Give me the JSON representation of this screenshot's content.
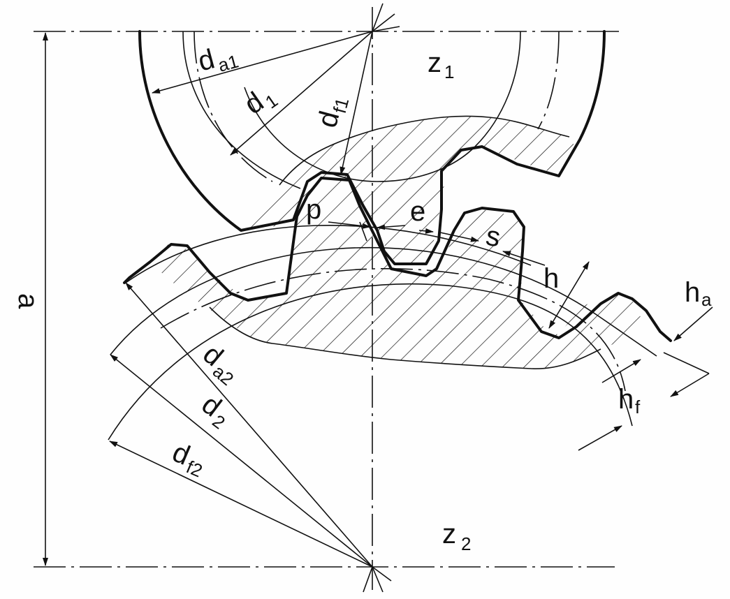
{
  "labels": {
    "da1": {
      "main": "d",
      "sub": "a1"
    },
    "d1": {
      "main": "d",
      "sub": "1"
    },
    "df1": {
      "main": "d",
      "sub": "f1"
    },
    "z1": {
      "main": "z",
      "sub": "1"
    },
    "p": "p",
    "e": "e",
    "s": "s",
    "h": "h",
    "ha": {
      "main": "h",
      "sub": "a"
    },
    "hf": {
      "main": "h",
      "sub": "f"
    },
    "a": "a",
    "da2": {
      "main": "d",
      "sub": "a2"
    },
    "d2": {
      "main": "d",
      "sub": "2"
    },
    "df2": {
      "main": "d",
      "sub": "f2"
    },
    "z2": {
      "main": "z",
      "sub": "2"
    }
  },
  "colors": {
    "ink": "#111111",
    "paper": "#fefefe"
  }
}
